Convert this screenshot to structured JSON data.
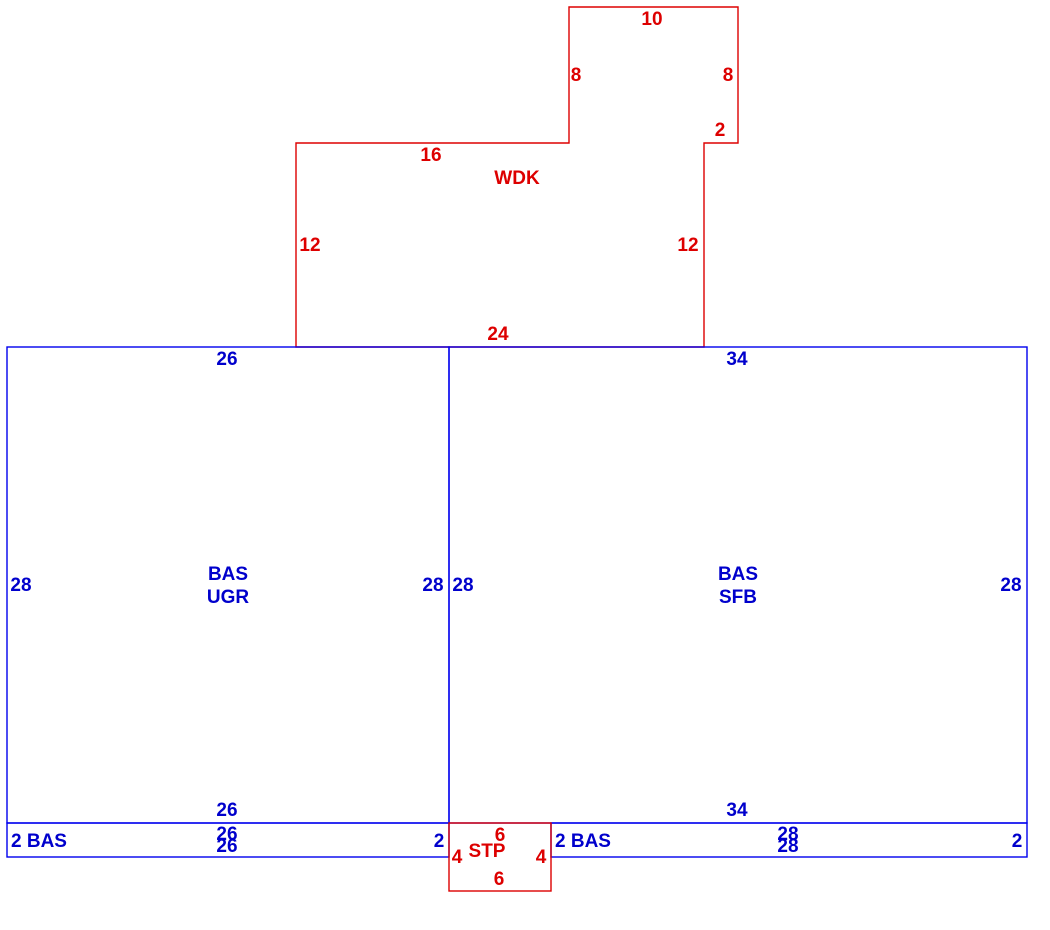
{
  "colors": {
    "wood_deck": "#dd0000",
    "base_area": "#0000ee",
    "dimension_text_blue": "#0000cc"
  },
  "wdk": {
    "code": "WDK",
    "dims": {
      "top": "10",
      "notch_left": "8",
      "notch_right": "8",
      "step": "2",
      "upper_left": "16",
      "left": "12",
      "right": "12",
      "bottom": "24"
    }
  },
  "bas_ugr": {
    "code1": "BAS",
    "code2": "UGR",
    "dims": {
      "top": "26",
      "left": "28",
      "right": "28",
      "bottom": "26"
    }
  },
  "bas_sfb": {
    "code1": "BAS",
    "code2": "SFB",
    "dims": {
      "top": "34",
      "left": "28",
      "right": "28",
      "bottom": "34"
    }
  },
  "strip_left": {
    "code": "2 BAS",
    "dims": {
      "top": "26",
      "bottom": "26",
      "right": "2"
    }
  },
  "strip_right": {
    "code": "2 BAS",
    "dims": {
      "top": "28",
      "bottom": "28",
      "right": "2"
    }
  },
  "stp": {
    "code": "STP",
    "dims": {
      "top": "6",
      "left": "4",
      "right": "4",
      "bottom": "6"
    }
  }
}
